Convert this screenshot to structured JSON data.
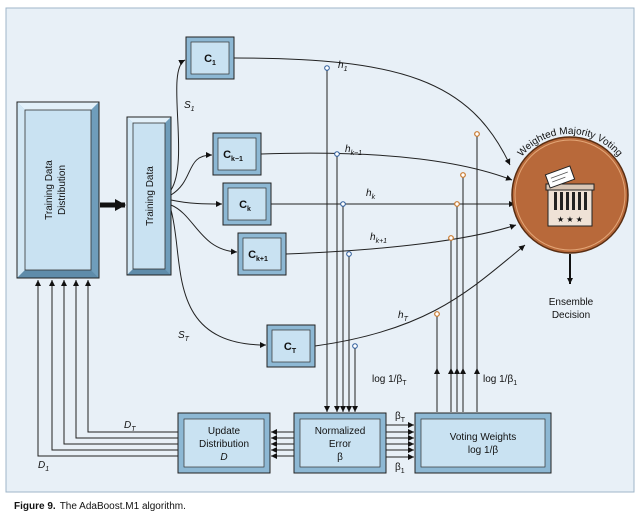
{
  "diagram": {
    "training_data_distribution": [
      "Training Data",
      "Distribution"
    ],
    "training_data": "Training Data",
    "classifiers": [
      {
        "name": "C",
        "sub": "1"
      },
      {
        "name": "C",
        "sub": "k−1"
      },
      {
        "name": "C",
        "sub": "k"
      },
      {
        "name": "C",
        "sub": "k+1"
      },
      {
        "name": "C",
        "sub": "T"
      }
    ],
    "hypotheses": [
      {
        "name": "h",
        "sub": "1"
      },
      {
        "name": "h",
        "sub": "k−1"
      },
      {
        "name": "h",
        "sub": "k"
      },
      {
        "name": "h",
        "sub": "k+1"
      },
      {
        "name": "h",
        "sub": "T"
      }
    ],
    "sample_labels": [
      {
        "name": "S",
        "sub": "1"
      },
      {
        "name": "S",
        "sub": "T"
      }
    ],
    "voting_title": "Weighted Majority Voting",
    "ensemble_decision": [
      "Ensemble",
      "Decision"
    ],
    "update_distribution": [
      "Update",
      "Distribution",
      "D"
    ],
    "normalized_error": [
      "Normalized",
      "Error",
      "β"
    ],
    "voting_weights": [
      "Voting Weights",
      "log 1/β"
    ],
    "log_beta_t": {
      "prefix": "log 1/β",
      "sub": "T"
    },
    "log_beta_1": {
      "prefix": "log 1/β",
      "sub": "1"
    },
    "beta_t": {
      "name": "β",
      "sub": "T"
    },
    "beta_1": {
      "name": "β",
      "sub": "1"
    },
    "d_t": {
      "name": "D",
      "sub": "T"
    },
    "d_1": {
      "name": "D",
      "sub": "1"
    }
  },
  "caption": {
    "label": "Figure 9.",
    "text": "The AdaBoost.M1 algorithm."
  },
  "colors": {
    "panel_bg": "#e8f0f7",
    "box_fill": "#c9e2f2",
    "box_border": "#202020",
    "voting_fill": "#b8693a",
    "node_orange": "#c8772b",
    "node_blue": "#2a5a9a"
  }
}
